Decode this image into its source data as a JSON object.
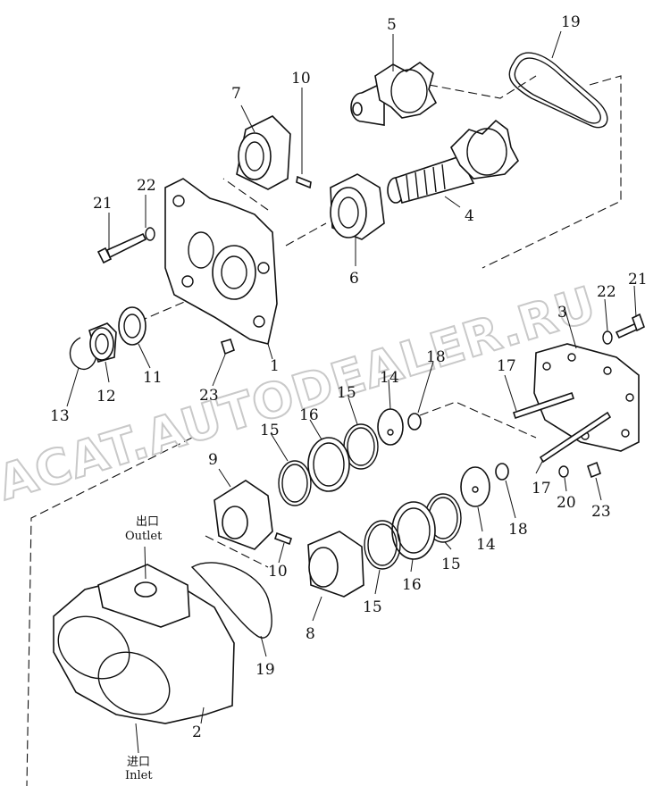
{
  "watermark": "ACAT.AUTODEALER.RU",
  "outlet": {
    "cn": "出口",
    "en": "Outlet"
  },
  "inlet": {
    "cn": "进口",
    "en": "Inlet"
  },
  "callouts": {
    "p1": "1",
    "p2": "2",
    "p3": "3",
    "p4": "4",
    "p5": "5",
    "p6": "6",
    "p7": "7",
    "p8": "8",
    "p9": "9",
    "p10a": "10",
    "p10b": "10",
    "p11": "11",
    "p12": "12",
    "p13": "13",
    "p14a": "14",
    "p14b": "14",
    "p15a": "15",
    "p15b": "15",
    "p15c": "15",
    "p15d": "15",
    "p16a": "16",
    "p16b": "16",
    "p17a": "17",
    "p17b": "17",
    "p18a": "18",
    "p18b": "18",
    "p19a": "19",
    "p19b": "19",
    "p20": "20",
    "p21a": "21",
    "p21b": "21",
    "p22a": "22",
    "p22b": "22",
    "p23a": "23",
    "p23b": "23"
  }
}
